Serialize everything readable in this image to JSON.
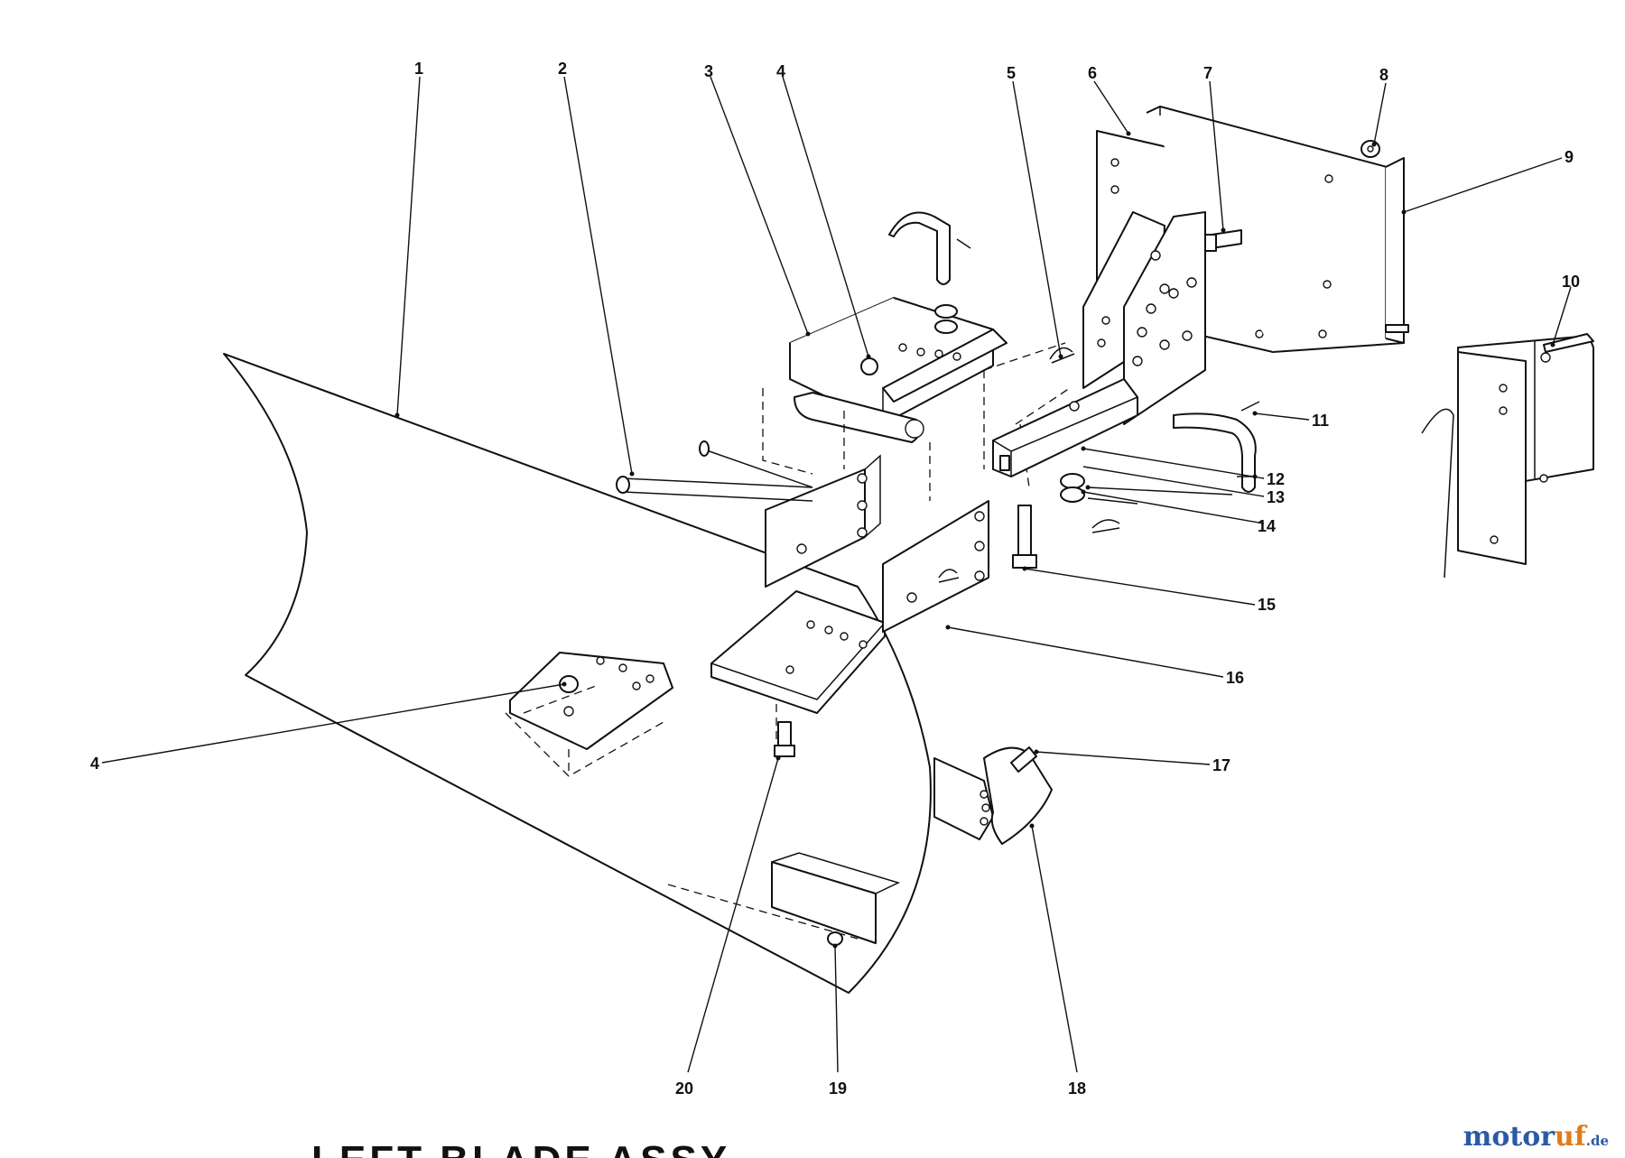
{
  "diagram": {
    "title_partial": "LEFT BLADE ASSY",
    "callouts": [
      "1",
      "2",
      "3",
      "4",
      "5",
      "6",
      "7",
      "8",
      "9",
      "10",
      "11",
      "12",
      "13",
      "14",
      "15",
      "16",
      "17",
      "18",
      "19",
      "20"
    ]
  },
  "watermark": {
    "part1": "motor",
    "part2": "uf",
    "part3": ".de"
  }
}
